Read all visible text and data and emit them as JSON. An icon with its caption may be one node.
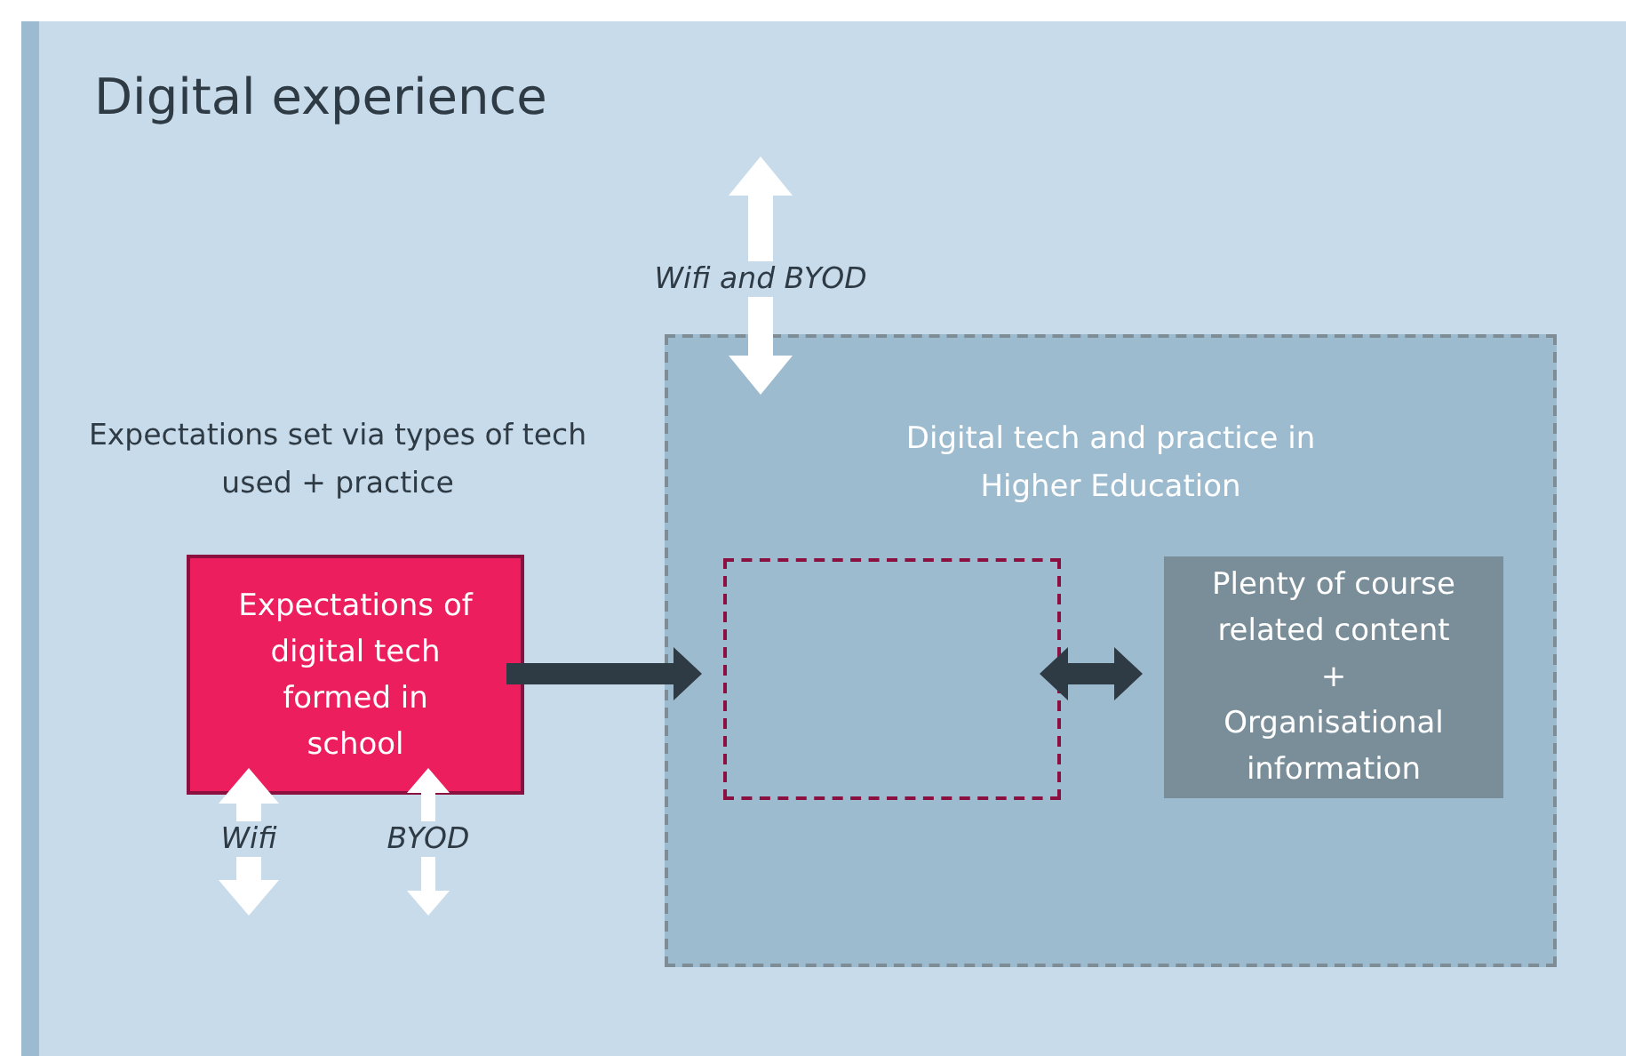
{
  "diagram": {
    "nodes": [
      {
        "text": [
          "Digital experience"
        ]
      },
      {
        "text": [
          "Digital tech and practice in Higher Education"
        ],
        "in": 0
      },
      {
        "text": [
          "Expectations of digital tech formed in school"
        ],
        "beside": [
          "Expectations set via types of tech used + practice"
        ],
        "in": 0
      },
      {
        "text": [],
        "shape": "box",
        "in": 1
      },
      {
        "text": [
          "Plenty of course related content + Organisational information"
        ],
        "in": 1
      }
    ],
    "edges": [
      {
        "from": 2,
        "to": 3,
        "arrow": "to",
        "color": "#2e3a44"
      },
      {
        "from": 3,
        "to": 4,
        "arrow": "both",
        "color": "#2e3a44"
      },
      {
        "from": null,
        "to": 1,
        "arrow": "both",
        "label": "Wifi and BYOD"
      },
      {
        "from": 2,
        "to": null,
        "arrow": "both",
        "label": "Wifi"
      },
      {
        "from": 2,
        "to": null,
        "arrow": "both",
        "label": "BYOD"
      }
    ]
  }
}
